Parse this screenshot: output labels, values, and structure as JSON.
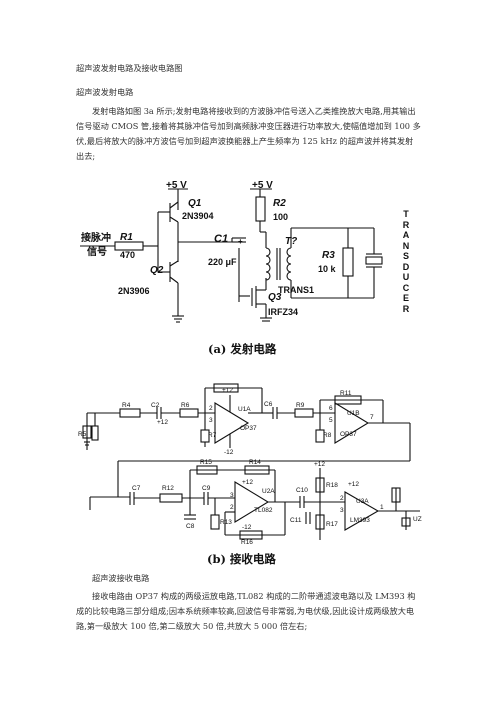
{
  "doc": {
    "title": "超声波发射电路及接收电路图",
    "section_heading": "超声波发射电路",
    "para1": "发射电路如图 3a 所示;发射电路将接收到的方波脉冲信号送入乙类推挽放大电路,用其输出信号驱动 CMOS 管,接着将其脉冲信号加到高频脉冲变压器进行功率放大,使幅值增加到 100 多伏,最后将放大的脉冲方波信号加到超声波换能器上产生频率为 125 kHz 的超声波并将其发射出去;",
    "caption_tx": "(a) 发射电路",
    "caption_rx": "(b) 接收电路",
    "section2_caption": "超声波接收电路",
    "para2": "接收电路由 OP37 构成的两级运放电路,TL082 构成的二阶带通滤波电路以及 LM393 构成的比较电路三部分组成;因本系统频率较高,回波信号非常弱,为电伏级,因此设计成两级放大电路,第一级放大 100 倍,第二级放大 50 倍,共放大 5 000 倍左右;"
  },
  "tx_circuit": {
    "vcc1": "+5 V",
    "vcc2": "+5 V",
    "q1": "Q1",
    "q1_part": "2N3904",
    "q2": "Q2",
    "q2_part": "2N3906",
    "q3": "Q3",
    "q3_part": "IRFZ34",
    "input_label_1": "接脉冲",
    "input_label_2": "信号",
    "r1": "R1",
    "r1_val": "470",
    "r2": "R2",
    "r2_val": "100",
    "c1": "C1",
    "c1_val": "220 μF",
    "c1_plus": "+",
    "t": "T?",
    "trans": "TRANS1",
    "r3": "R3",
    "r3_val": "10 k",
    "transducer": [
      "T",
      "R",
      "A",
      "N",
      "S",
      "D",
      "U",
      "C",
      "E",
      "R"
    ]
  },
  "rx_circuit": {
    "r4": "R4",
    "c2": "C2",
    "r6": "R6",
    "r5": "R5",
    "r7": "R7",
    "c6": "C6",
    "r9": "R9",
    "r8": "R8",
    "r11": "R11",
    "u1a": "U1A",
    "op37a": "OP37",
    "u1b": "U1B",
    "op37b": "OP37",
    "plus12_a": "+12",
    "plus12_b": "+12",
    "plus12_c": "+12",
    "plus12_d": "+12",
    "plus12_e": "+12",
    "minus12_a": "-12",
    "minus12_b": "-12",
    "r15": "R15",
    "r14": "R14",
    "c7": "C7",
    "r12": "R12",
    "c9": "C9",
    "c8": "C8",
    "r13": "R13",
    "r16": "R16",
    "u2a": "U2A",
    "tl082": "TL082",
    "c10": "C10",
    "r18": "R18",
    "c11": "C11",
    "r17": "R17",
    "u3a": "U3A",
    "lm393": "LM393",
    "uz": "UZ",
    "pin2": "2",
    "pin3": "3",
    "pin1": "1",
    "pin4": "4",
    "pin6": "6",
    "pin5": "5",
    "pin7": "7"
  }
}
